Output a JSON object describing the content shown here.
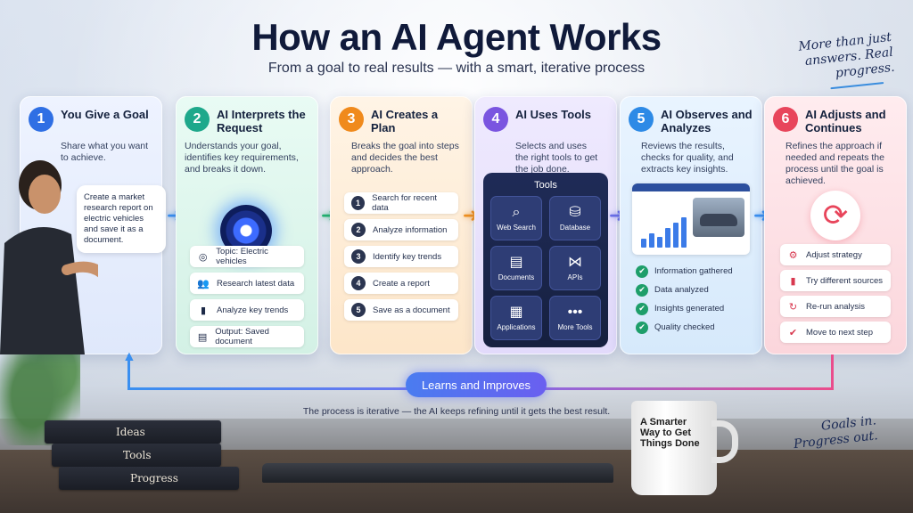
{
  "header": {
    "title": "How an AI Agent Works",
    "subtitle": "From a goal to real results — with a smart, iterative process"
  },
  "notes": {
    "top_right": "More than just answers. Real progress.",
    "bottom_right": "Goals in. Progress out."
  },
  "steps": [
    {
      "number": "1",
      "title": "You Give a Goal",
      "description": "Share what you want to achieve.",
      "bubble": "Create a market research report on electric vehicles and save it as a document."
    },
    {
      "number": "2",
      "title": "AI Interprets the Request",
      "description": "Understands your goal, identifies key requirements, and breaks it down.",
      "items": [
        {
          "icon": "target-icon",
          "glyph": "◎",
          "label": "Topic: Electric vehicles"
        },
        {
          "icon": "people-icon",
          "glyph": "👥",
          "label": "Research latest data"
        },
        {
          "icon": "bar-chart-icon",
          "glyph": "▮",
          "label": "Analyze key trends"
        },
        {
          "icon": "document-icon",
          "glyph": "▤",
          "label": "Output: Saved document"
        }
      ]
    },
    {
      "number": "3",
      "title": "AI Creates a Plan",
      "description": "Breaks the goal into steps and decides the best approach.",
      "items": [
        {
          "n": "1",
          "label": "Search for recent data"
        },
        {
          "n": "2",
          "label": "Analyze information"
        },
        {
          "n": "3",
          "label": "Identify key trends"
        },
        {
          "n": "4",
          "label": "Create a report"
        },
        {
          "n": "5",
          "label": "Save as a document"
        }
      ]
    },
    {
      "number": "4",
      "title": "AI Uses Tools",
      "description": "Selects and uses the right tools to get the job done.",
      "panel_title": "Tools",
      "tools": [
        {
          "icon": "search-icon",
          "glyph": "⌕",
          "label": "Web Search"
        },
        {
          "icon": "database-icon",
          "glyph": "⛁",
          "label": "Database"
        },
        {
          "icon": "document-icon",
          "glyph": "▤",
          "label": "Documents"
        },
        {
          "icon": "api-icon",
          "glyph": "⋈",
          "label": "APIs"
        },
        {
          "icon": "grid-icon",
          "glyph": "▦",
          "label": "Applications"
        },
        {
          "icon": "more-icon",
          "glyph": "•••",
          "label": "More Tools"
        }
      ]
    },
    {
      "number": "5",
      "title": "AI Observes and Analyzes",
      "description": "Reviews the results, checks for quality, and extracts key insights.",
      "checks": [
        "Information gathered",
        "Data analyzed",
        "Insights generated",
        "Quality checked"
      ]
    },
    {
      "number": "6",
      "title": "AI Adjusts and Continues",
      "description": "Refines the approach if needed and repeats the process until the goal is achieved.",
      "items": [
        {
          "icon": "gear-icon",
          "glyph": "⚙",
          "label": "Adjust strategy"
        },
        {
          "icon": "bar-chart-icon",
          "glyph": "▮",
          "label": "Try different sources"
        },
        {
          "icon": "refresh-icon",
          "glyph": "↻",
          "label": "Re-run analysis"
        },
        {
          "icon": "check-icon",
          "glyph": "✔",
          "label": "Move to next step"
        }
      ]
    }
  ],
  "loop": {
    "label": "Learns and Improves",
    "caption": "The process is iterative — the AI keeps refining until it gets the best result."
  },
  "books": [
    "Ideas",
    "Tools",
    "Progress"
  ],
  "mug_text": "A Smarter Way to Get Things Done",
  "colors": {
    "step1": "#2f6fe4",
    "step2": "#1ea88b",
    "step3": "#f08a1c",
    "step4": "#7a55e0",
    "step5": "#2d8ae6",
    "step6": "#e8455b"
  }
}
